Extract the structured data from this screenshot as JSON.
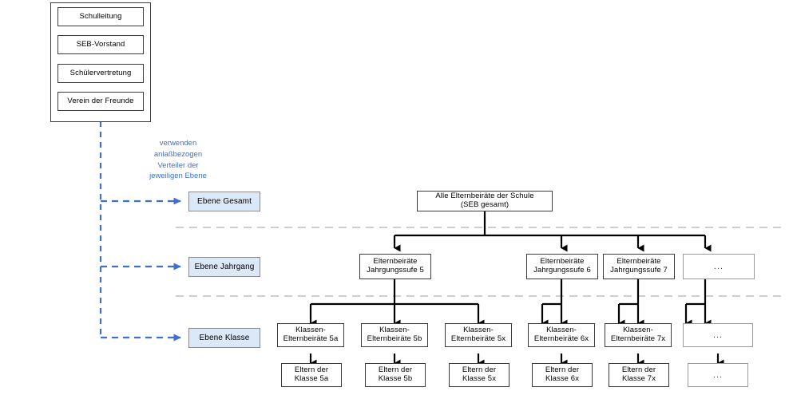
{
  "diagram": {
    "title_text_blue": "verwenden\nanlaßbezogen\nVerteiler der\njeweiligen Ebene",
    "colors": {
      "level_fill": "#dae8f7",
      "level_border": "#8a8a8a",
      "box_border": "#3b3b3b",
      "annotation_blue": "#3f6fd1",
      "dashed_separator": "#bdbdbd",
      "connector": "#000000"
    },
    "group_box": {
      "name": "stakeholder-group",
      "items": [
        {
          "label": "Schulleitung"
        },
        {
          "label": "SEB-Vorstand"
        },
        {
          "label": "Schülervertretung"
        },
        {
          "label": "Verein der Freunde"
        }
      ]
    },
    "levels": [
      {
        "id": "gesamt",
        "label": "Ebene Gesamt"
      },
      {
        "id": "jahrgang",
        "label": "Ebene Jahrgang"
      },
      {
        "id": "klasse",
        "label": "Ebene Klasse"
      }
    ],
    "root": {
      "label": "Alle Elternbeiräte der Schule\n(SEB gesamt)"
    },
    "jahrgang_row": [
      {
        "label": "Elternbeiräte\nJahrgungssufe 5",
        "ellipsis": false
      },
      {
        "label": "Elternbeiräte\nJahrgungssufe 6",
        "ellipsis": false
      },
      {
        "label": "Elternbeiräte\nJahrgungssufe 7",
        "ellipsis": false
      },
      {
        "label": "...",
        "ellipsis": true
      }
    ],
    "klasse_row": [
      {
        "label": "Klassen-\nElternbeiräte 5a",
        "ellipsis": false
      },
      {
        "label": "Klassen-\nElternbeiräte 5b",
        "ellipsis": false
      },
      {
        "label": "Klassen-\nElternbeiräte 5x",
        "ellipsis": false
      },
      {
        "label": "Klassen-\nElternbeiräte 6x",
        "ellipsis": false
      },
      {
        "label": "Klassen-\nElternbeiräte 7x",
        "ellipsis": false
      },
      {
        "label": "...",
        "ellipsis": true
      }
    ],
    "eltern_row": [
      {
        "label": "Eltern der\nKlasse 5a",
        "ellipsis": false
      },
      {
        "label": "Eltern der\nKlasse 5b",
        "ellipsis": false
      },
      {
        "label": "Eltern der\nKlasse 5x",
        "ellipsis": false
      },
      {
        "label": "Eltern der\nKlasse 6x",
        "ellipsis": false
      },
      {
        "label": "Eltern der\nKlasse 7x",
        "ellipsis": false
      },
      {
        "label": "...",
        "ellipsis": true
      }
    ]
  }
}
